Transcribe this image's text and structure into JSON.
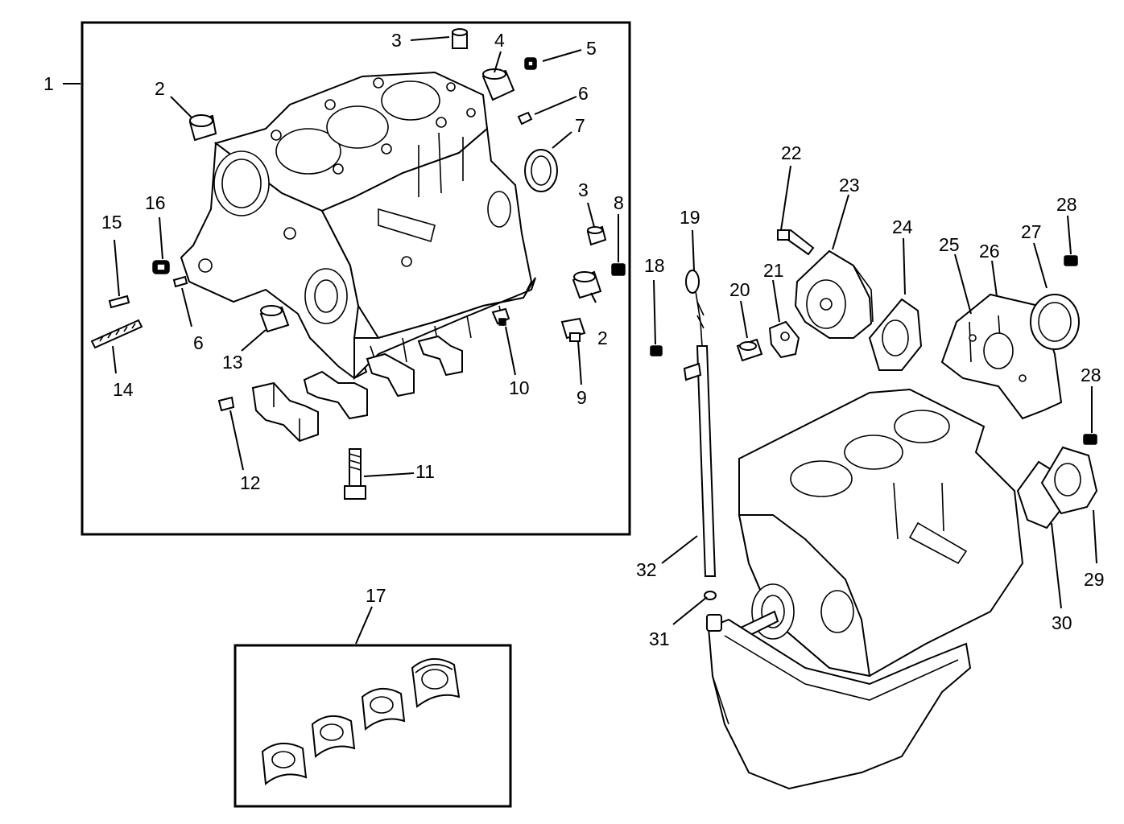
{
  "diagram": {
    "callouts": {
      "c1": "1",
      "c2a": "2",
      "c2b": "2",
      "c3a": "3",
      "c3b": "3",
      "c4": "4",
      "c5": "5",
      "c6a": "6",
      "c6b": "6",
      "c7": "7",
      "c8": "8",
      "c9": "9",
      "c10": "10",
      "c11": "11",
      "c12": "12",
      "c13": "13",
      "c14": "14",
      "c15": "15",
      "c16": "16",
      "c17": "17",
      "c18": "18",
      "c19": "19",
      "c20": "20",
      "c21": "21",
      "c22": "22",
      "c23": "23",
      "c24": "24",
      "c25": "25",
      "c26": "26",
      "c27": "27",
      "c28a": "28",
      "c28b": "28",
      "c29": "29",
      "c30": "30",
      "c31": "31",
      "c32": "32"
    }
  }
}
